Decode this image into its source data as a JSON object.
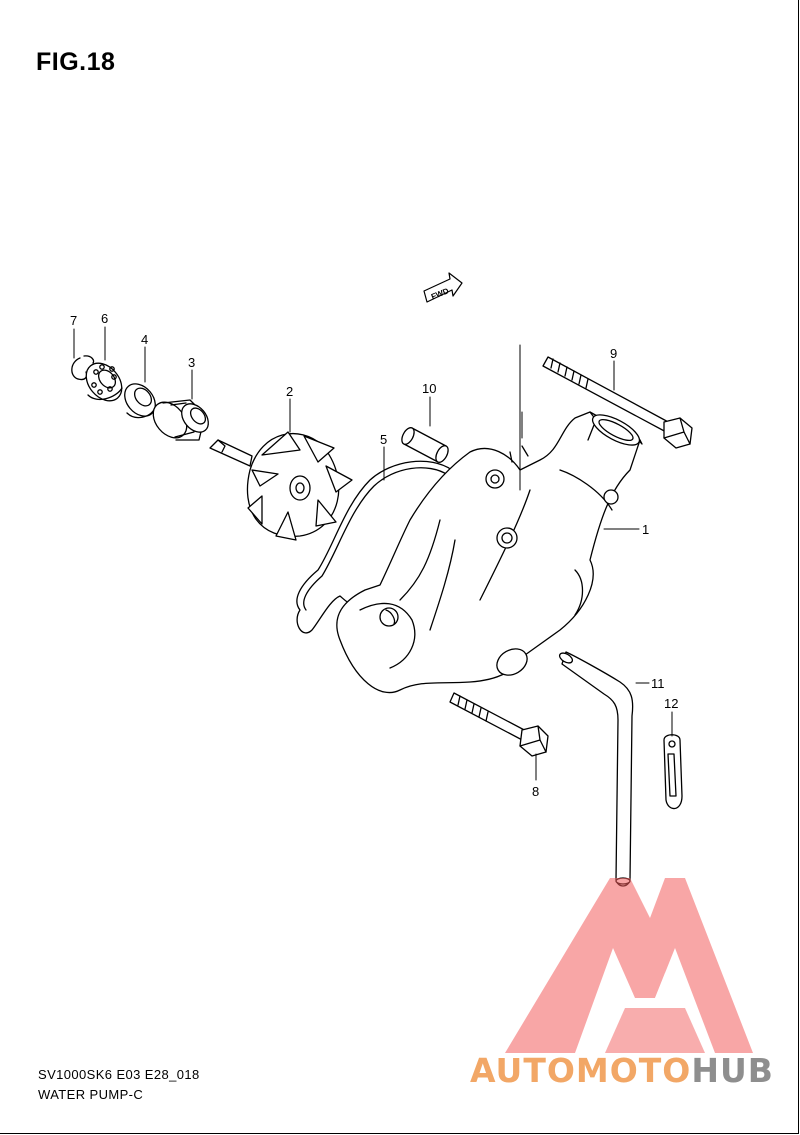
{
  "figure": {
    "title": "FIG.18"
  },
  "diagram": {
    "fwd_label": "FWD",
    "callouts": [
      {
        "id": "callout-1",
        "label": "1"
      },
      {
        "id": "callout-2",
        "label": "2"
      },
      {
        "id": "callout-3",
        "label": "3"
      },
      {
        "id": "callout-4",
        "label": "4"
      },
      {
        "id": "callout-5",
        "label": "5"
      },
      {
        "id": "callout-6",
        "label": "6"
      },
      {
        "id": "callout-7",
        "label": "7"
      },
      {
        "id": "callout-8",
        "label": "8"
      },
      {
        "id": "callout-9",
        "label": "9"
      },
      {
        "id": "callout-10",
        "label": "10"
      },
      {
        "id": "callout-11",
        "label": "11"
      },
      {
        "id": "callout-12",
        "label": "12"
      }
    ]
  },
  "footer": {
    "model_code": "SV1000SK6 E03 E28_018",
    "section_name": "WATER PUMP-C"
  },
  "watermark": {
    "part_a": "AUTOMOTO",
    "part_b": "HUB",
    "color_a": "#f2a766",
    "color_b": "#8e8e8e",
    "logo_color": "#f25c5c"
  }
}
